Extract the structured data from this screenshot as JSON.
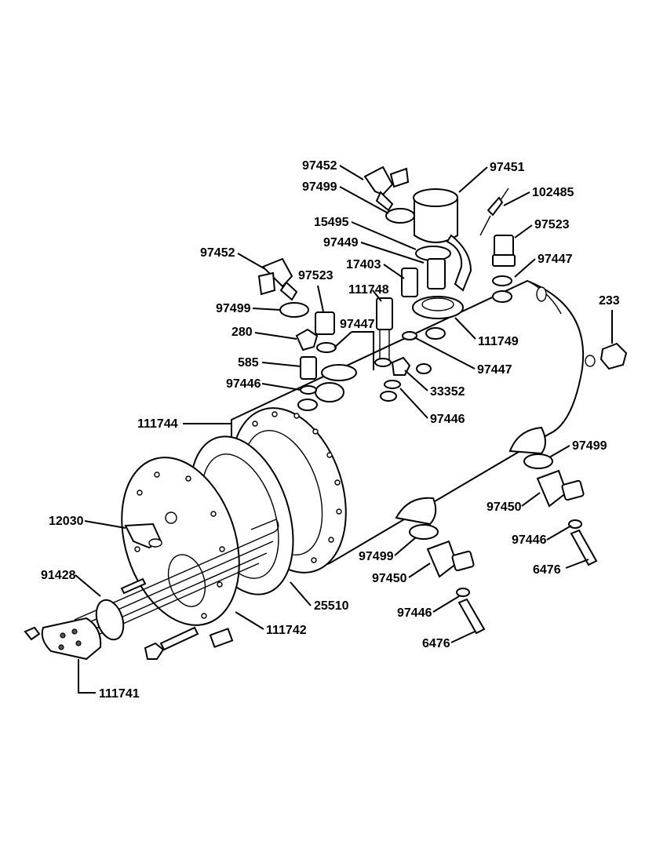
{
  "callouts": [
    {
      "id": "c-97452-top",
      "text": "97452"
    },
    {
      "id": "c-97451",
      "text": "97451"
    },
    {
      "id": "c-97499-top",
      "text": "97499"
    },
    {
      "id": "c-102485",
      "text": "102485"
    },
    {
      "id": "c-15495",
      "text": "15495"
    },
    {
      "id": "c-97523-right",
      "text": "97523"
    },
    {
      "id": "c-97449",
      "text": "97449"
    },
    {
      "id": "c-97452-left",
      "text": "97452"
    },
    {
      "id": "c-97447-right",
      "text": "97447"
    },
    {
      "id": "c-17403",
      "text": "17403"
    },
    {
      "id": "c-97523-left",
      "text": "97523"
    },
    {
      "id": "c-111748",
      "text": "111748"
    },
    {
      "id": "c-233",
      "text": "233"
    },
    {
      "id": "c-97499-left",
      "text": "97499"
    },
    {
      "id": "c-97447-mid",
      "text": "97447"
    },
    {
      "id": "c-280",
      "text": "280"
    },
    {
      "id": "c-111749",
      "text": "111749"
    },
    {
      "id": "c-585",
      "text": "585"
    },
    {
      "id": "c-97447-low",
      "text": "97447"
    },
    {
      "id": "c-97446-left",
      "text": "97446"
    },
    {
      "id": "c-33352",
      "text": "33352"
    },
    {
      "id": "c-97446-mid",
      "text": "97446"
    },
    {
      "id": "c-111744",
      "text": "111744"
    },
    {
      "id": "c-97499-right",
      "text": "97499"
    },
    {
      "id": "c-97450-right",
      "text": "97450"
    },
    {
      "id": "c-12030",
      "text": "12030"
    },
    {
      "id": "c-97446-right",
      "text": "97446"
    },
    {
      "id": "c-97499-low",
      "text": "97499"
    },
    {
      "id": "c-6476-right",
      "text": "6476"
    },
    {
      "id": "c-97450-low",
      "text": "97450"
    },
    {
      "id": "c-91428",
      "text": "91428"
    },
    {
      "id": "c-25510",
      "text": "25510"
    },
    {
      "id": "c-97446-low",
      "text": "97446"
    },
    {
      "id": "c-111742",
      "text": "111742"
    },
    {
      "id": "c-6476-low",
      "text": "6476"
    },
    {
      "id": "c-111741",
      "text": "111741"
    }
  ]
}
